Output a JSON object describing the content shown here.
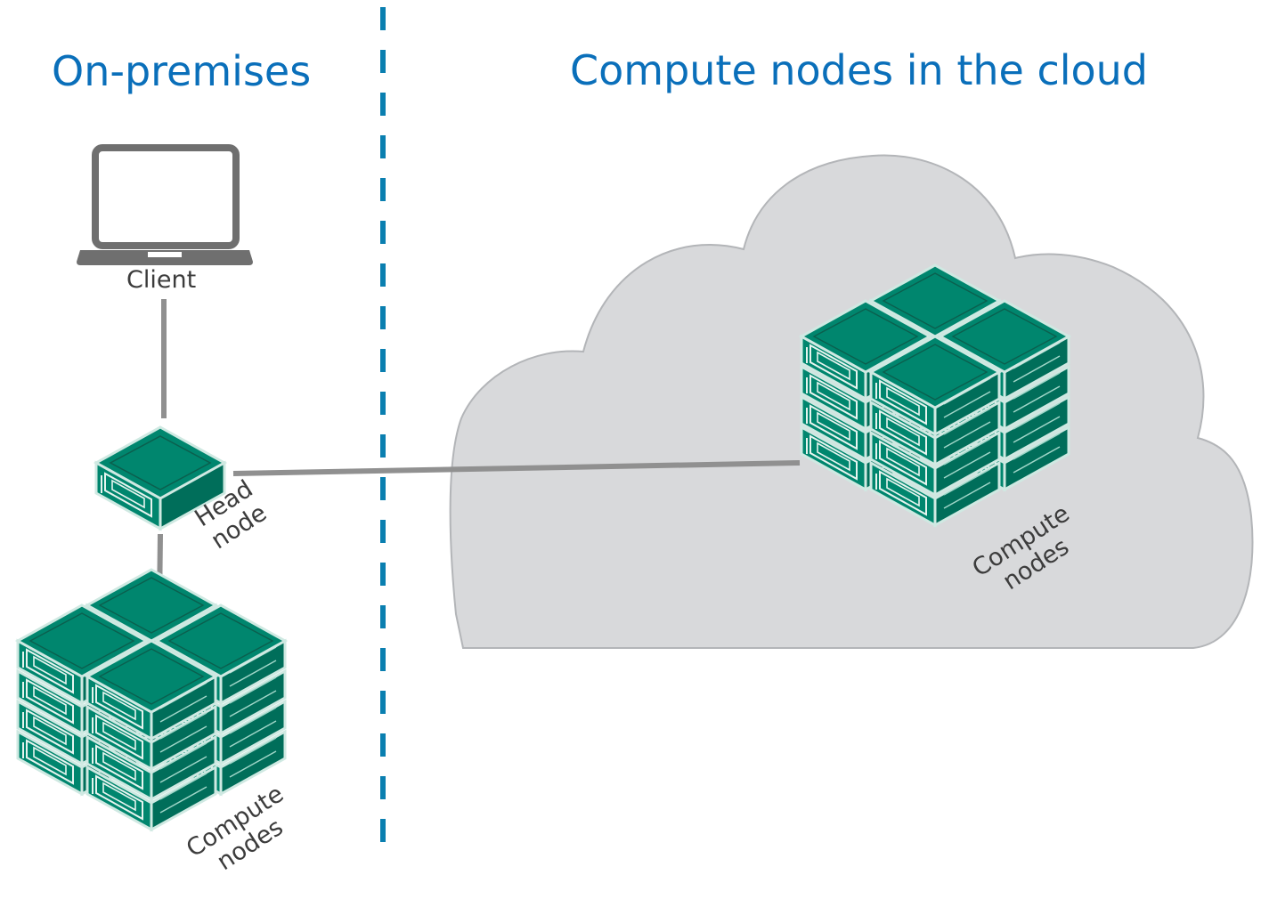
{
  "title_left": "On-premises",
  "title_right": "Compute nodes in the cloud",
  "client_label": "Client",
  "head_node": {
    "line1": "Head",
    "line2": "node"
  },
  "compute_nodes_onprem": {
    "line1": "Compute",
    "line2": "nodes"
  },
  "compute_nodes_cloud": {
    "line1": "Compute",
    "line2": "nodes"
  },
  "colors": {
    "heading": "#0a6fba",
    "divider": "#0a7fb0",
    "server_fill": "#00866e",
    "connector": "#909090",
    "cloud_fill": "#d8d9db",
    "cloud_stroke": "#b3b5b8",
    "laptop": "#6f6f6f"
  },
  "icons": [
    "laptop-icon",
    "server-icon",
    "cloud-icon"
  ]
}
